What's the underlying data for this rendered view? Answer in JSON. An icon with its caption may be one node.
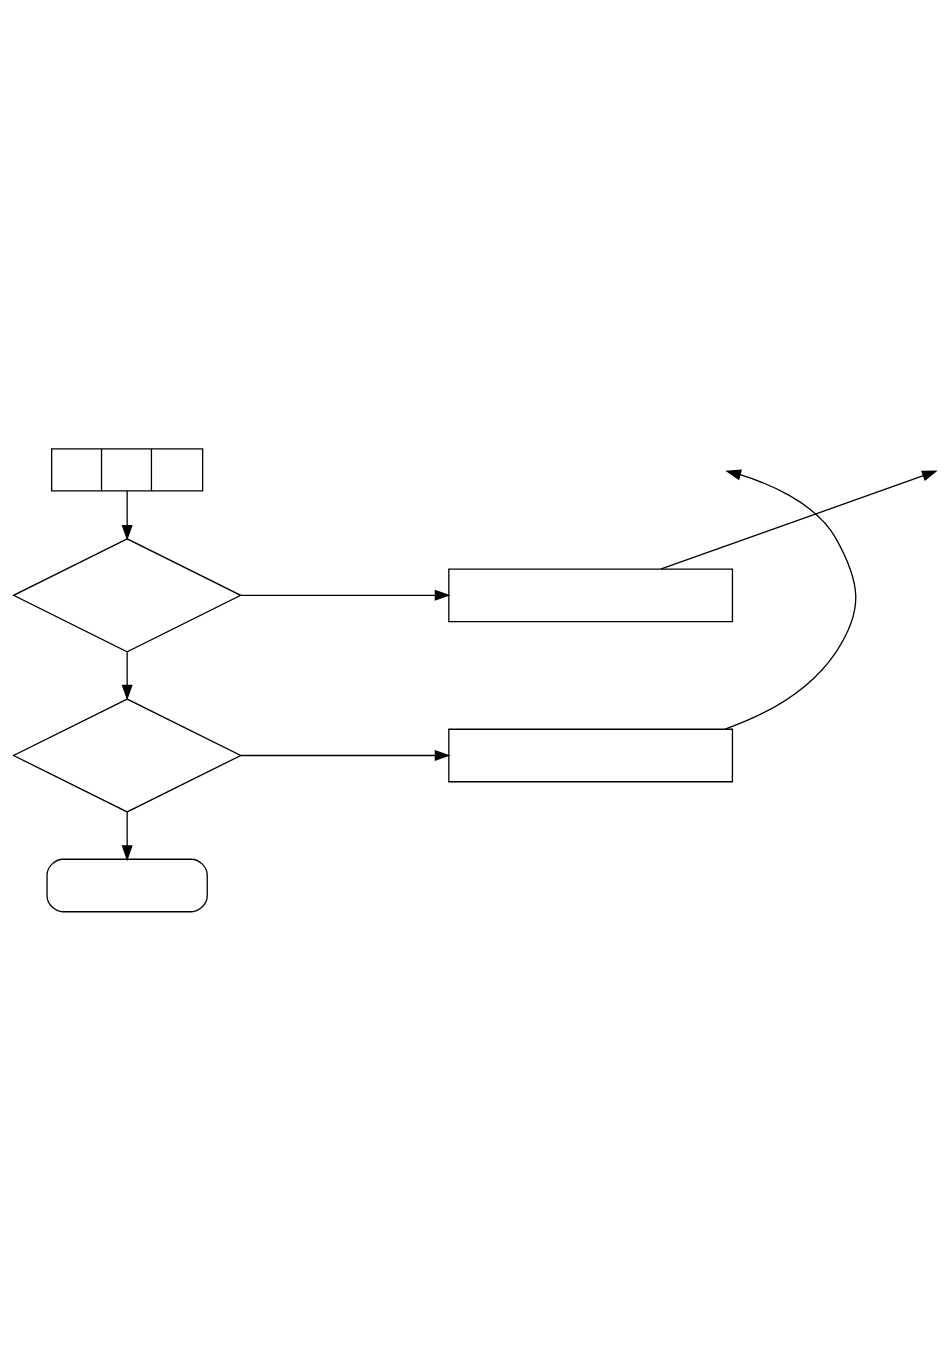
{
  "diagram": {
    "nodes": [
      {
        "text": [],
        "shape": "box"
      },
      {
        "text": [],
        "shape": "diamond"
      },
      {
        "text": [],
        "shape": "box"
      },
      {
        "text": [],
        "shape": "diamond"
      },
      {
        "text": [],
        "shape": "box"
      },
      {
        "text": [],
        "shape": "box"
      }
    ],
    "edges": [
      {
        "from": 0,
        "to": 1,
        "arrow": "to"
      },
      {
        "from": 1,
        "to": 2,
        "arrow": "to"
      },
      {
        "from": 2,
        "to": null,
        "arrow": "to"
      },
      {
        "from": 1,
        "to": 3,
        "arrow": "to"
      },
      {
        "from": 3,
        "to": 4,
        "arrow": "to"
      },
      {
        "from": 4,
        "to": null,
        "arrow": "to"
      },
      {
        "from": 3,
        "to": 5,
        "arrow": "to"
      }
    ]
  }
}
